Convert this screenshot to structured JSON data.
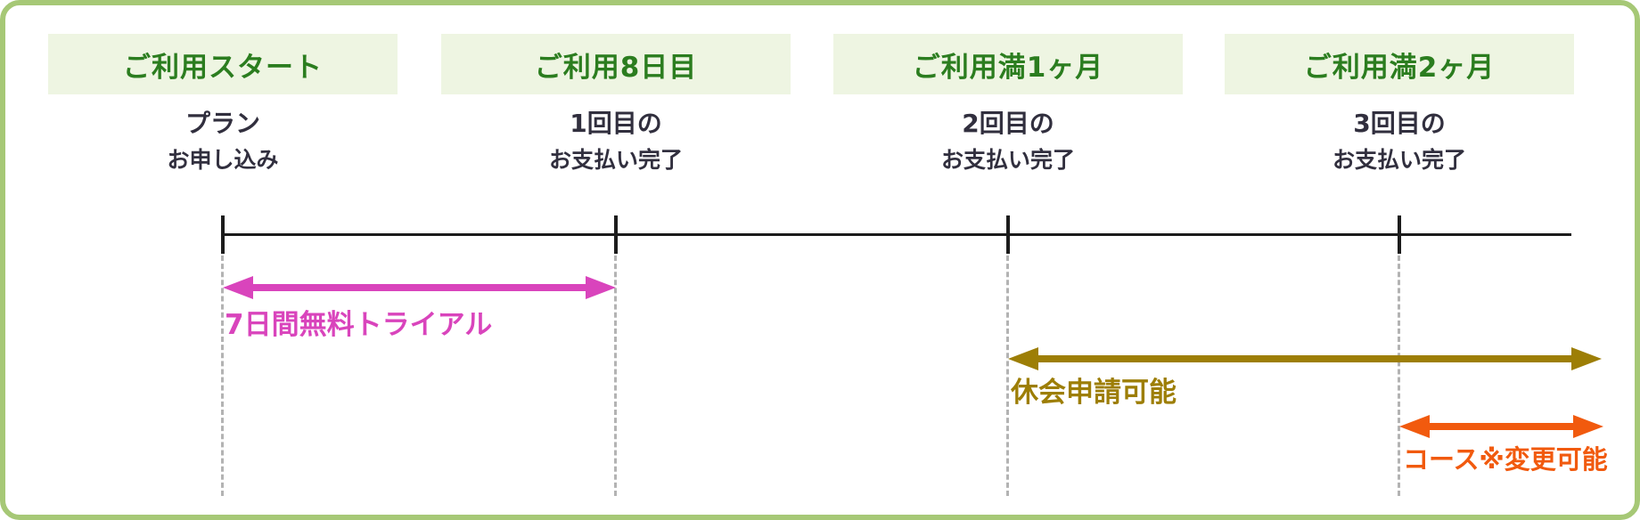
{
  "colors": {
    "border_green": "#a6c876",
    "stage_box_bg": "#eef5e2",
    "stage_text_green": "#2b7d1f",
    "event_text_dark": "#312f3e",
    "axis_black": "#1c1c1c",
    "guide_dash_gray": "#b3b3b3",
    "trial_pink": "#d944bc",
    "suspend_olive": "#9d7e06",
    "course_orange": "#f15a0e"
  },
  "diagram": {
    "milestones": [
      {
        "header": "ご利用スタート",
        "detail_line1": "プラン",
        "detail_line2": "お申し込み"
      },
      {
        "header": "ご利用8日目",
        "detail_line1": "1回目の",
        "detail_line2": "お支払い完了"
      },
      {
        "header": "ご利用満1ヶ月",
        "detail_line1": "2回目の",
        "detail_line2": "お支払い完了"
      },
      {
        "header": "ご利用満2ヶ月",
        "detail_line1": "3回目の",
        "detail_line2": "お支払い完了"
      }
    ],
    "period_arrows": [
      {
        "label": "7日間無料トライアル",
        "color": "#d944bc"
      },
      {
        "label": "休会申請可能",
        "color": "#9d7e06"
      },
      {
        "label": "コース※変更可能",
        "color": "#f15a0e"
      }
    ]
  }
}
